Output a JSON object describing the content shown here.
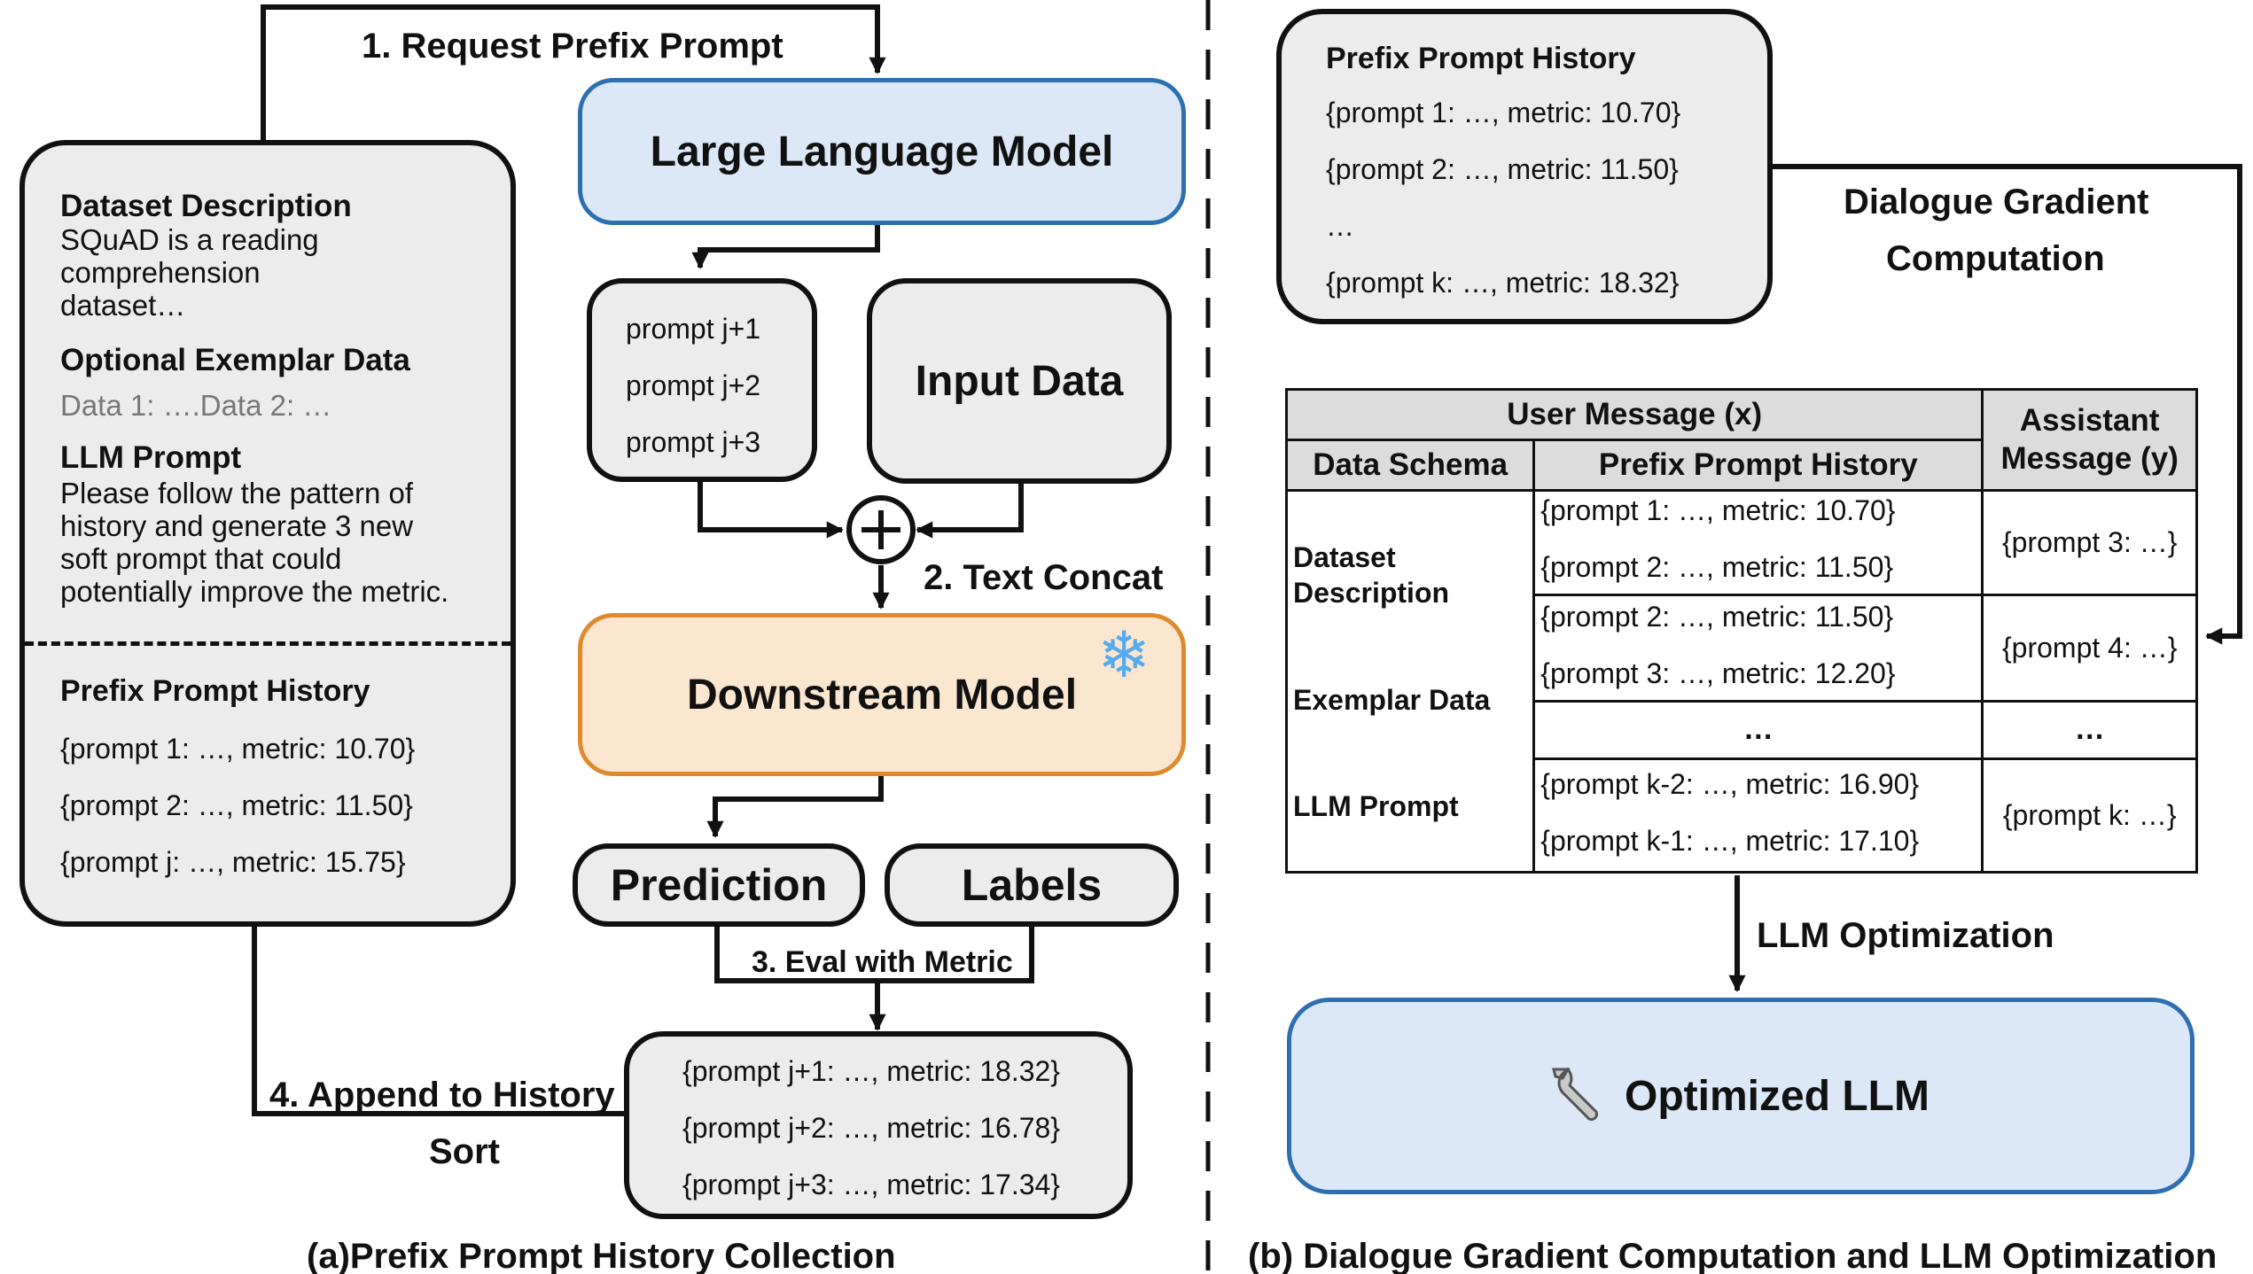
{
  "left_panel": {
    "caption": "(a)Prefix Prompt History Collection",
    "step1": "1. Request Prefix Prompt",
    "step2": "2. Text Concat",
    "step3": "3. Eval with Metric",
    "step4": "4. Append to History",
    "sort": "Sort",
    "llm": "Large Language Model",
    "input_data": "Input Data",
    "downstream": "Downstream Model",
    "prediction": "Prediction",
    "labels": "Labels",
    "candidates": [
      "prompt j+1",
      "prompt j+2",
      "prompt j+3"
    ],
    "results": [
      "{prompt j+1: …, metric: 18.32}",
      "{prompt j+2: …, metric: 16.78}",
      "{prompt j+3: …, metric: 17.34}"
    ],
    "meta_prompt": {
      "dataset_title": "Dataset Description",
      "dataset_text": "SQuAD is a reading comprehension dataset…",
      "exemplar_title": "Optional Exemplar Data",
      "exemplar_text": "Data 1: ….Data 2: …",
      "llm_prompt_title": "LLM Prompt",
      "llm_prompt_text": "Please follow the pattern of history and generate 3 new soft prompt that could potentially improve the metric.",
      "history_title": "Prefix Prompt History",
      "history": [
        "{prompt 1: …, metric: 10.70}",
        "{prompt 2: …, metric: 11.50}",
        "{prompt j: …, metric: 15.75}"
      ]
    },
    "snowflake_icon": "❄"
  },
  "right_panel": {
    "caption": "(b) Dialogue Gradient Computation and LLM Optimization",
    "history_title": "Prefix Prompt History",
    "history": [
      "{prompt 1: …, metric: 10.70}",
      "{prompt 2: …, metric: 11.50}",
      "…",
      "{prompt k: …, metric: 18.32}"
    ],
    "dgc_line1": "Dialogue Gradient",
    "dgc_line2": "Computation",
    "table": {
      "user_message": "User Message (x)",
      "data_schema": "Data Schema",
      "prefix_history": "Prefix Prompt History",
      "assistant_message": "Assistant Message (y)",
      "schema_items": [
        "Dataset Description",
        "Exemplar Data",
        "LLM Prompt"
      ],
      "rows": [
        {
          "history": [
            "{prompt 1: …, metric: 10.70}",
            "{prompt 2: …, metric: 11.50}"
          ],
          "assistant": "{prompt 3: …}"
        },
        {
          "history": [
            "{prompt 2: …, metric: 11.50}",
            "{prompt 3: …, metric: 12.20}"
          ],
          "assistant": "{prompt 4: …}"
        },
        {
          "history": [
            "…"
          ],
          "assistant": "…"
        },
        {
          "history": [
            "{prompt k-2: …, metric: 16.90}",
            "{prompt k-1: …, metric: 17.10}"
          ],
          "assistant": "{prompt k: …}"
        }
      ]
    },
    "llm_opt": "LLM Optimization",
    "optimized": "Optimized LLM",
    "wrench_icon": "wrench-icon"
  },
  "colors": {
    "llm_fill": "#dce8f8",
    "llm_border": "#2e6fb0",
    "downstream_fill": "#fbe6cf",
    "downstream_border": "#e08a2e",
    "box_fill": "#ececec",
    "header_fill": "#dcdcdc",
    "snowflake": "#55aaf0"
  }
}
